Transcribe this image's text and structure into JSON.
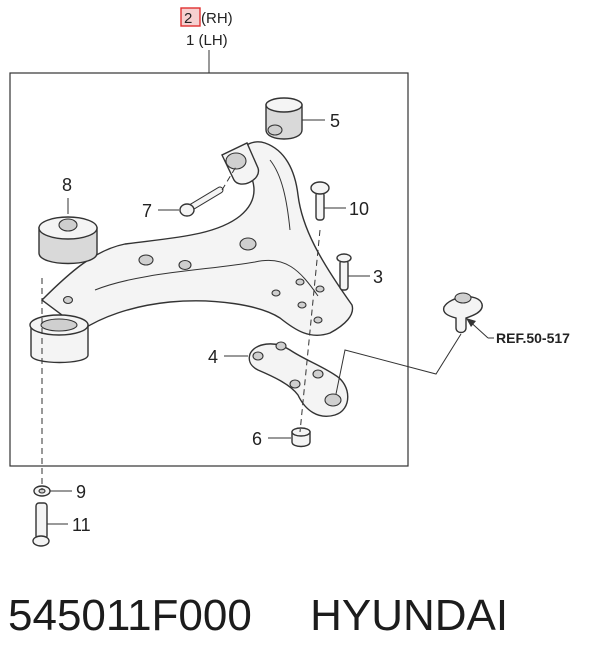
{
  "header": {
    "rh_number": "2",
    "rh_suffix": "(RH)",
    "lh_label": "1 (LH)"
  },
  "callouts": {
    "c3": "3",
    "c4": "4",
    "c5": "5",
    "c6": "6",
    "c7": "7",
    "c8": "8",
    "c9": "9",
    "c10": "10",
    "c11": "11"
  },
  "reference": "REF.50-517",
  "footer": {
    "part_number": "545011F000",
    "brand": "HYUNDAI"
  },
  "colors": {
    "highlight": "#e03030"
  }
}
